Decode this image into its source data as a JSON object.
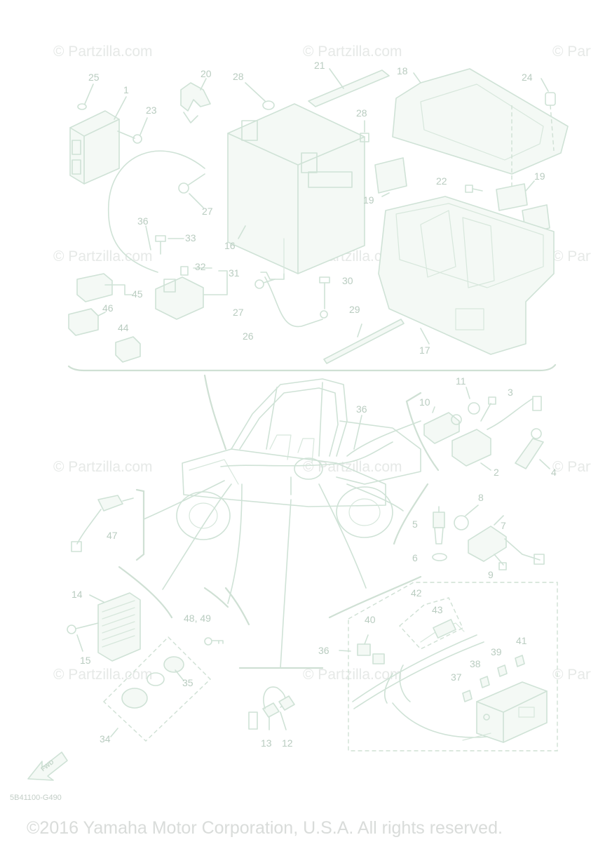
{
  "watermark": "© Partzilla.com",
  "diagram_code": "5B41100-G490",
  "copyright": "©2016 Yamaha Motor Corporation, U.S.A. All rights reserved.",
  "fwd_label": "FWD",
  "callouts": {
    "c1": "1",
    "c2": "2",
    "c3": "3",
    "c4": "4",
    "c5": "5",
    "c6": "6",
    "c7": "7",
    "c8": "8",
    "c9": "9",
    "c10": "10",
    "c11": "11",
    "c12": "12",
    "c13": "13",
    "c14": "14",
    "c15": "15",
    "c16": "16",
    "c17": "17",
    "c18": "18",
    "c19a": "19",
    "c19b": "19",
    "c20": "20",
    "c21": "21",
    "c22": "22",
    "c23": "23",
    "c24": "24",
    "c25": "25",
    "c26": "26",
    "c27a": "27",
    "c27b": "27",
    "c28a": "28",
    "c28b": "28",
    "c29": "29",
    "c30": "30",
    "c31": "31",
    "c32": "32",
    "c33": "33",
    "c34": "34",
    "c35": "35",
    "c36a": "36",
    "c36b": "36",
    "c36c": "36",
    "c37": "37",
    "c38": "38",
    "c39": "39",
    "c40": "40",
    "c41": "41",
    "c42": "42",
    "c43": "43",
    "c44": "44",
    "c45": "45",
    "c46": "46",
    "c47": "47",
    "c48": "48, 49"
  }
}
